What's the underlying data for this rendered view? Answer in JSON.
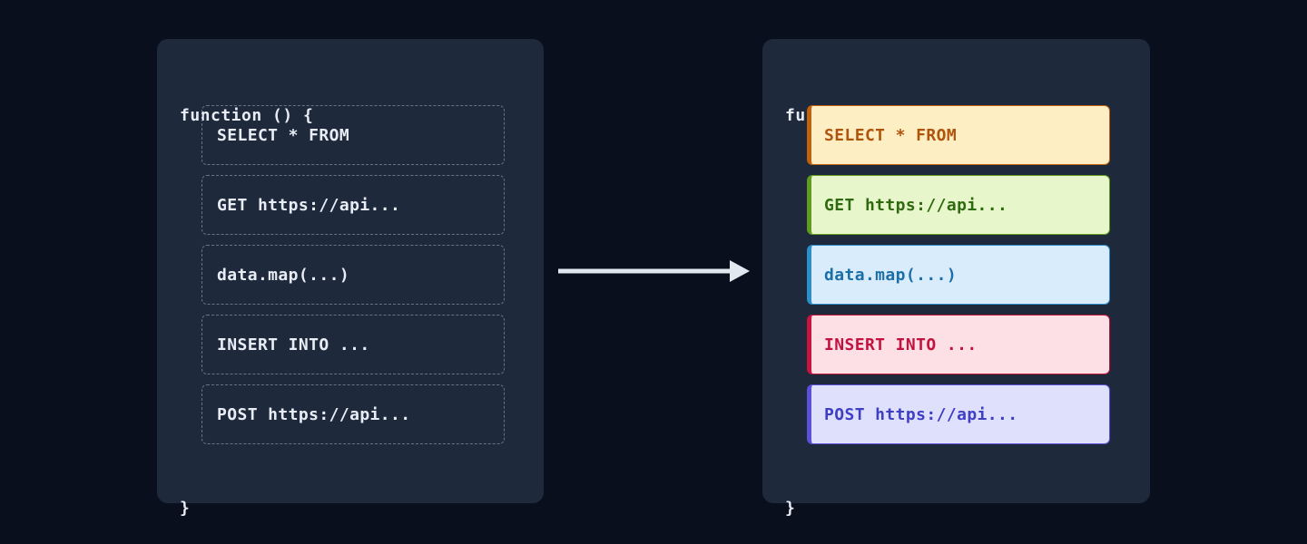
{
  "canvas": {
    "background": "#0a0f1d",
    "panel_background": "#1e293b"
  },
  "before_panel": {
    "name": "before",
    "code_open": "function () {",
    "code_close": "}",
    "text_color": "#e8edf5",
    "border_color": "#64748b",
    "rows": [
      {
        "label": "SELECT * FROM"
      },
      {
        "label": "GET https://api..."
      },
      {
        "label": "data.map(...)"
      },
      {
        "label": "INSERT INTO ..."
      },
      {
        "label": "POST https://api..."
      }
    ]
  },
  "after_panel": {
    "name": "after",
    "code_open": "function () {",
    "code_close": "}",
    "text_color": "#e8edf5",
    "rows": [
      {
        "label": "SELECT * FROM",
        "fill": "#fdeec4",
        "accent": "#c0620f",
        "text": "#b0540c"
      },
      {
        "label": "GET https://api...",
        "fill": "#e7f7cb",
        "accent": "#5f9c1f",
        "text": "#2f6a10"
      },
      {
        "label": "data.map(...)",
        "fill": "#d9ecfb",
        "accent": "#2d8fc9",
        "text": "#1c6fa6"
      },
      {
        "label": "INSERT INTO ...",
        "fill": "#fde0e5",
        "accent": "#c8143f",
        "text": "#c2123f"
      },
      {
        "label": "POST https://api...",
        "fill": "#dfe0fb",
        "accent": "#5a51d8",
        "text": "#3f3fc4"
      }
    ]
  },
  "arrow": {
    "icon": "arrow-right-icon",
    "color": "#e2e8f0"
  }
}
